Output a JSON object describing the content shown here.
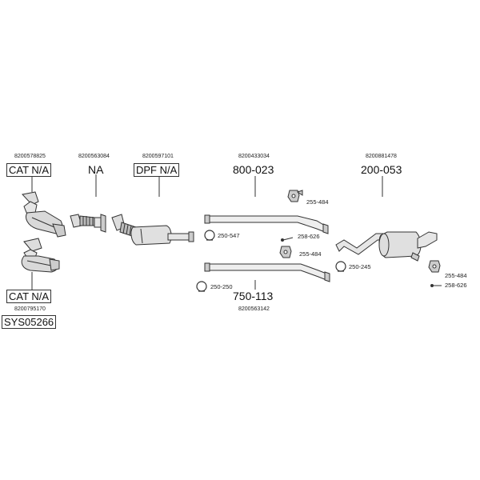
{
  "labels": {
    "cat1_oem": "8200578825",
    "cat1_code": "CAT N/A",
    "pipe_na_oem": "8200563084",
    "pipe_na_code": "NA",
    "dpf_oem": "8200597101",
    "dpf_code": "DPF N/A",
    "mid_pipe_oem": "8200433034",
    "mid_pipe_code": "800-023",
    "rear_muffler_oem": "8200881478",
    "rear_muffler_code": "200-053",
    "cat2_code": "CAT N/A",
    "cat2_oem": "8200795170",
    "system_code": "SYS05266",
    "alt_pipe_code": "750-113",
    "alt_pipe_oem": "8200563142",
    "p_255_484_a": "255-484",
    "p_258_626_a": "258-626",
    "p_250_547": "250-547",
    "p_255_484_b": "255-484",
    "p_250_245": "250-245",
    "p_250_250": "250-250",
    "p_255_484_c": "255-484",
    "p_258_626_b": "258-626"
  },
  "colors": {
    "line": "#333333",
    "part_fill": "#e6e6e6",
    "part_shade": "#bdbdbd"
  }
}
